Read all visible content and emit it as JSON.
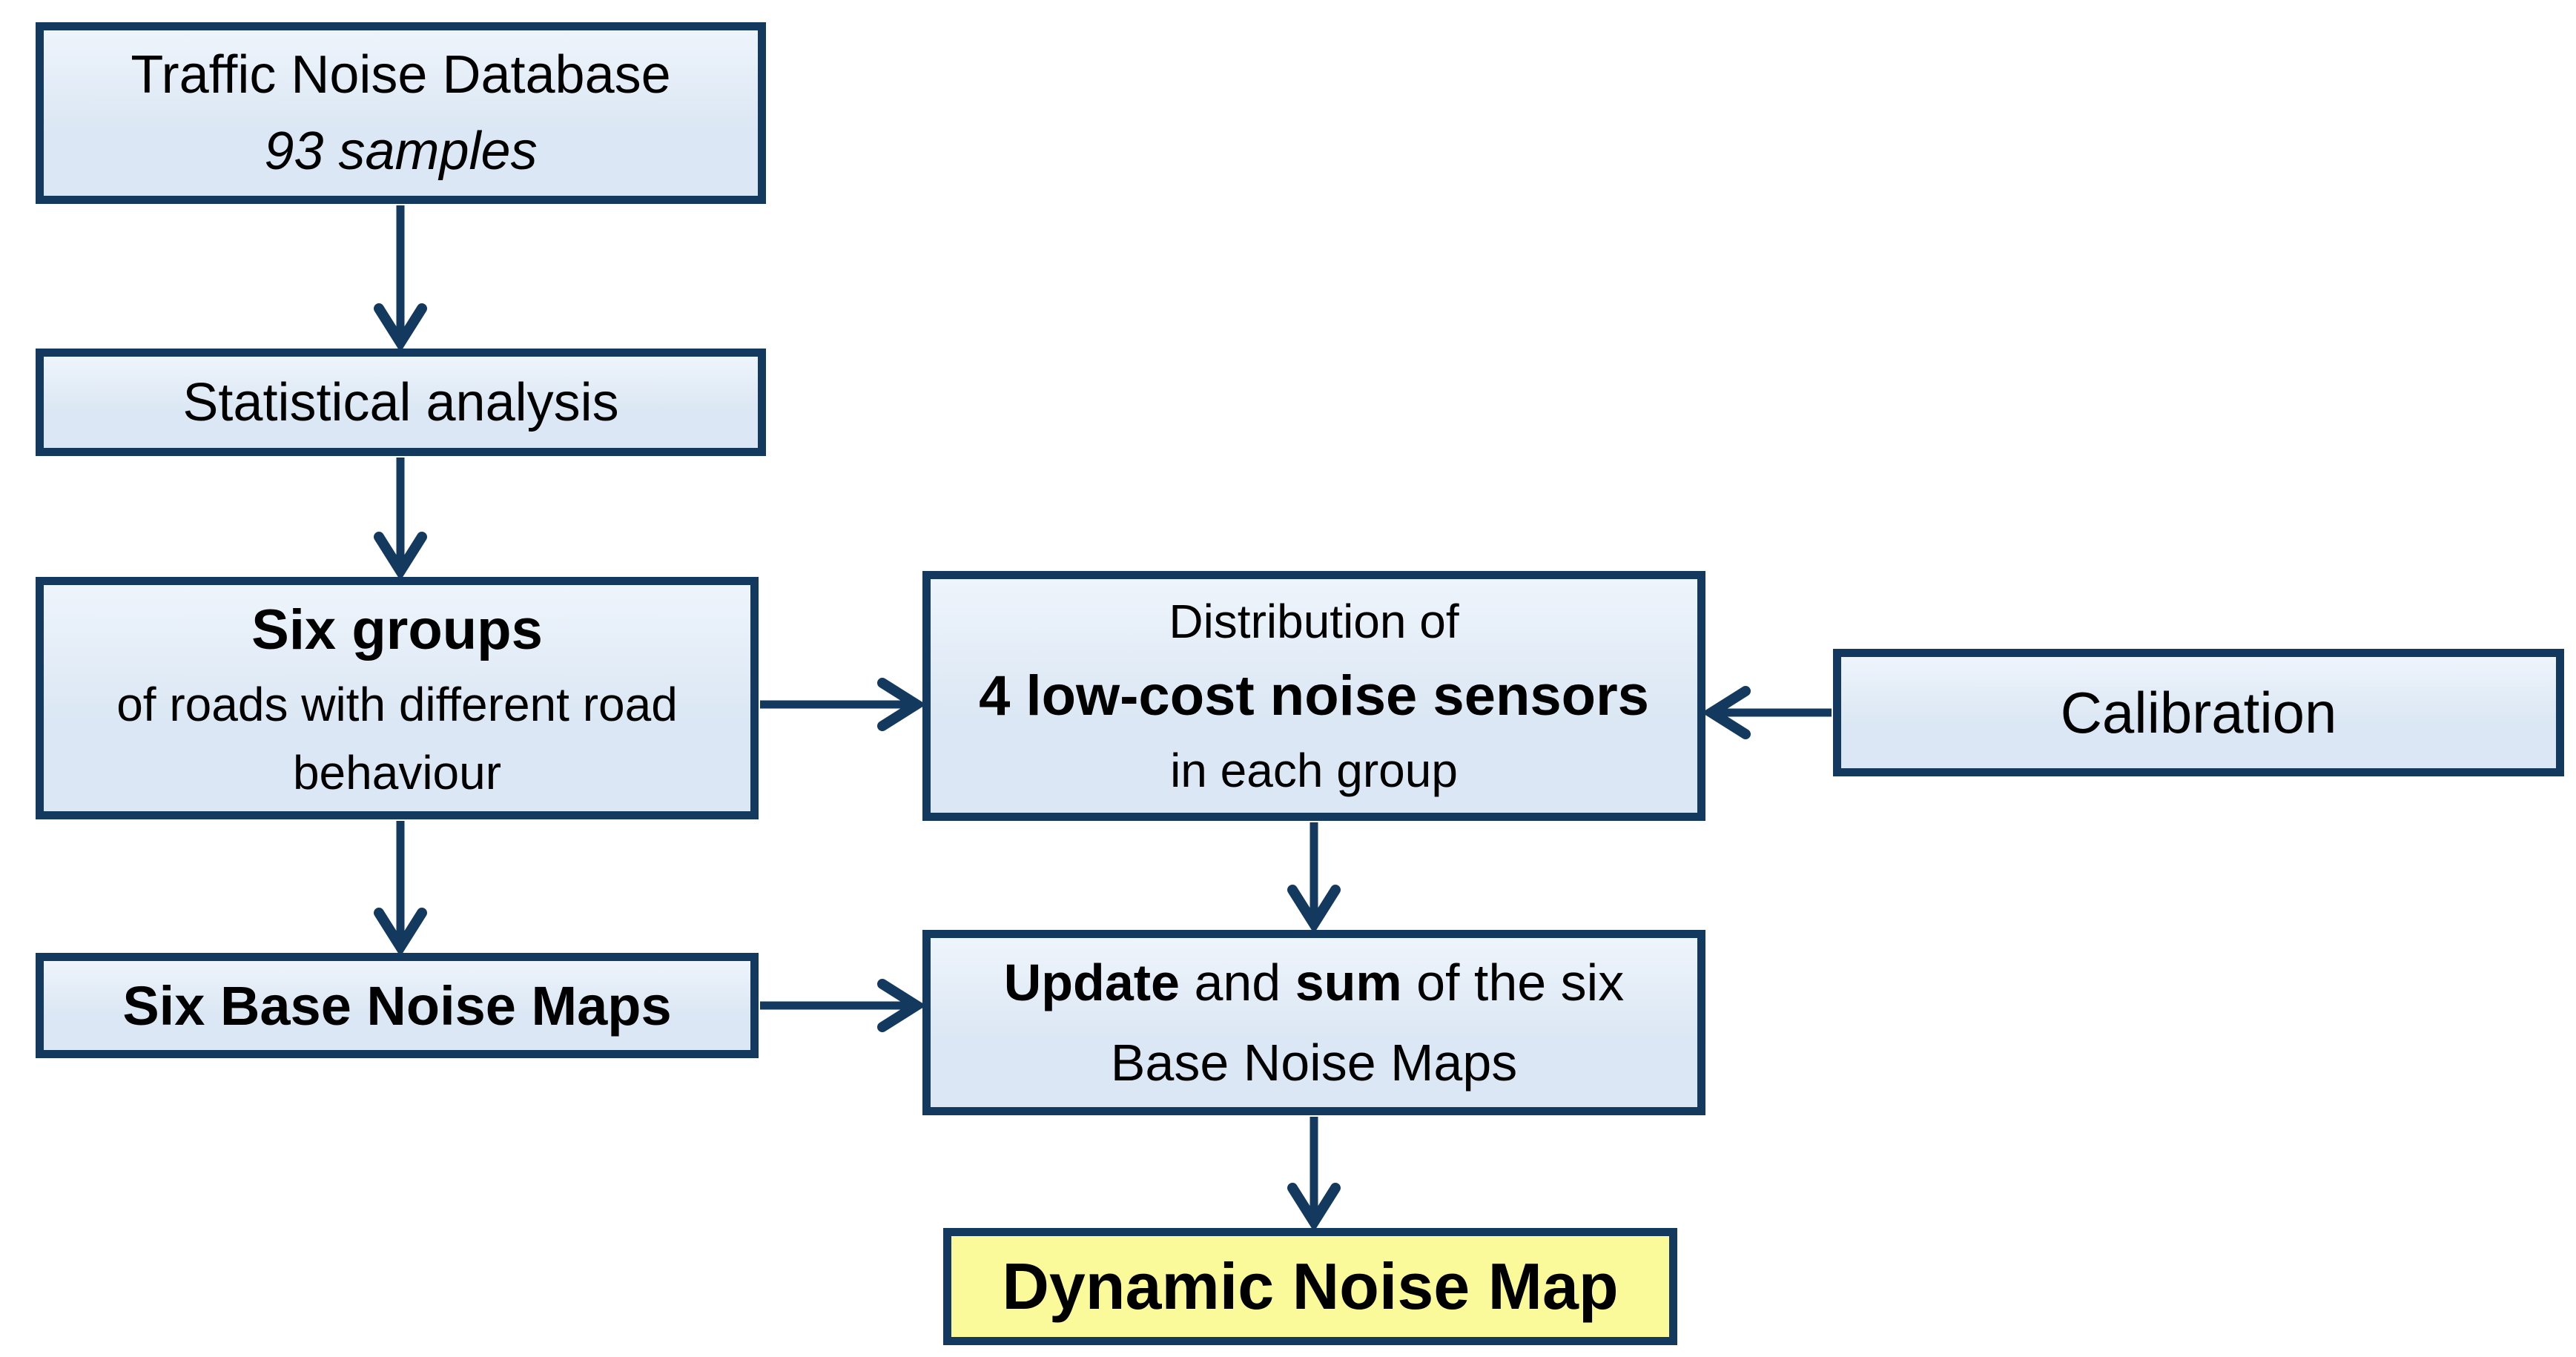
{
  "colors": {
    "box_fill": "#dbe7f4",
    "box_fill_light": "#eef4fb",
    "box_border": "#14395f",
    "arrow": "#14395f",
    "highlight_fill": "#fbfa9b",
    "text": "#000000"
  },
  "boxes": {
    "traffic": {
      "line1": "Traffic Noise Database",
      "line2": "93 samples"
    },
    "statistical": {
      "label": "Statistical analysis"
    },
    "six_groups": {
      "line1": "Six groups",
      "line2": "of roads with different road",
      "line3": "behaviour"
    },
    "distribution": {
      "line1": "Distribution of",
      "line2": "4 low-cost noise sensors",
      "line3": "in each group"
    },
    "calibration": {
      "label": "Calibration"
    },
    "six_base_maps": {
      "label": "Six Base Noise Maps"
    },
    "update": {
      "seg1_bold": "Update",
      "seg2": " and ",
      "seg3_bold": "sum",
      "seg4": " of the six",
      "line2": "Base Noise Maps"
    },
    "dynamic": {
      "label": "Dynamic Noise Map"
    }
  }
}
